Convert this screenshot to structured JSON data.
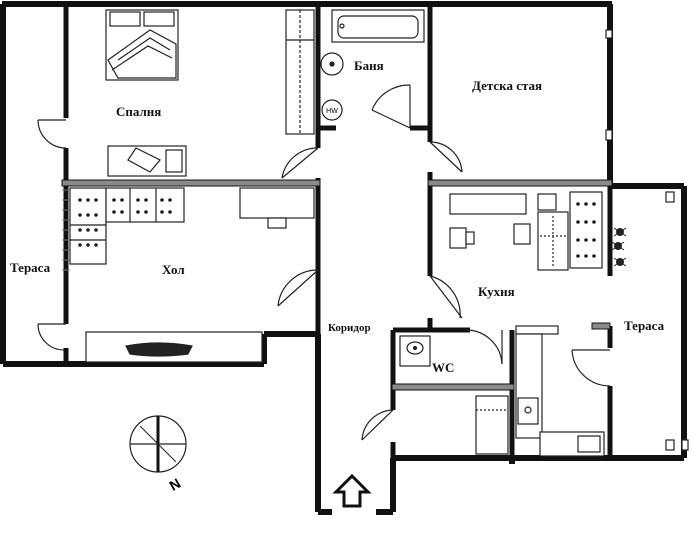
{
  "rooms": {
    "bedroom": "Спалня",
    "bathroom": "Баня",
    "kids_room": "Детска стая",
    "terrace_left": "Тераса",
    "living": "Хол",
    "kitchen": "Кухня",
    "corridor": "Коридор",
    "wc": "WC",
    "terrace_right": "Тераса"
  },
  "fixtures": {
    "water_heater": "HW"
  },
  "compass": {
    "north": "N"
  },
  "colors": {
    "wall": "#111111",
    "wall_fill": "#8a8a8a",
    "line": "#222222"
  },
  "icons": [
    "entrance-arrow-icon",
    "compass-icon",
    "door-icon",
    "bed-icon",
    "sofa-icon",
    "sink-icon",
    "bathtub-icon",
    "toilet-icon",
    "plant-icon"
  ]
}
